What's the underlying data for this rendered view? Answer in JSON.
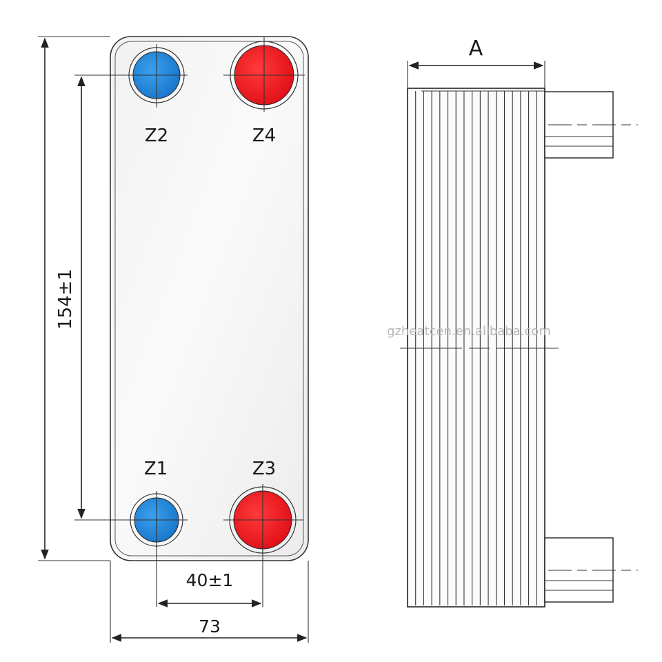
{
  "front_view": {
    "ports": {
      "z1": {
        "label": "Z1",
        "color": "#1a7fd1"
      },
      "z2": {
        "label": "Z2",
        "color": "#1a7fd1"
      },
      "z3": {
        "label": "Z3",
        "color": "#e8141c"
      },
      "z4": {
        "label": "Z4",
        "color": "#e8141c"
      }
    },
    "dimensions": {
      "height_between_ports": "154±1",
      "width_between_ports": "40±1",
      "total_width": "73"
    }
  },
  "side_view": {
    "thickness_label": "A"
  },
  "watermark": "gzheatcen.en.alibaba.com"
}
